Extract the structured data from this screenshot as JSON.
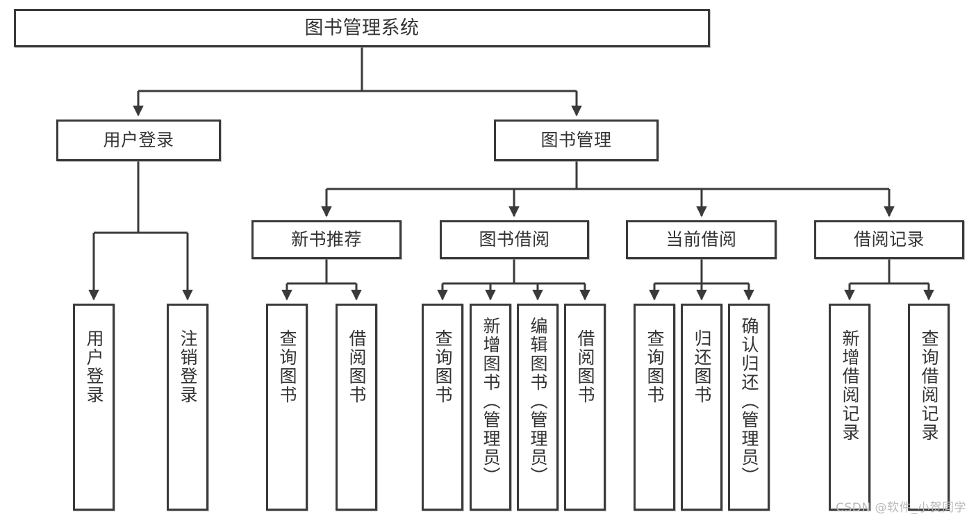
{
  "diagram": {
    "title": "图书管理系统",
    "type": "tree-hierarchy-chart",
    "orientation": "top-down",
    "colors": {
      "stroke": "#3a3a3a",
      "fill": "#ffffff",
      "text": "#333333",
      "watermark": "#b9b9b9"
    }
  },
  "root": {
    "label": "图书管理系统"
  },
  "level1": [
    {
      "label": "用户登录"
    },
    {
      "label": "图书管理"
    }
  ],
  "level2": [
    {
      "label": "新书推荐"
    },
    {
      "label": "图书借阅"
    },
    {
      "label": "当前借阅"
    },
    {
      "label": "借阅记录"
    }
  ],
  "leaves": {
    "user_login": [
      {
        "label": "用户登录"
      },
      {
        "label": "注销登录"
      }
    ],
    "new_book_recommend": [
      {
        "label": "查询图书"
      },
      {
        "label": "借阅图书"
      }
    ],
    "book_borrow": [
      {
        "label": "查询图书"
      },
      {
        "label": "新增图书（管理员）"
      },
      {
        "label": "编辑图书（管理员）"
      },
      {
        "label": "借阅图书"
      }
    ],
    "current_borrow": [
      {
        "label": "查询图书"
      },
      {
        "label": "归还图书"
      },
      {
        "label": "确认归还（管理员）"
      }
    ],
    "borrow_record": [
      {
        "label": "新增借阅记录"
      },
      {
        "label": "查询借阅记录"
      }
    ]
  },
  "watermark": {
    "text": "CSDN @软件_小贺同学"
  }
}
